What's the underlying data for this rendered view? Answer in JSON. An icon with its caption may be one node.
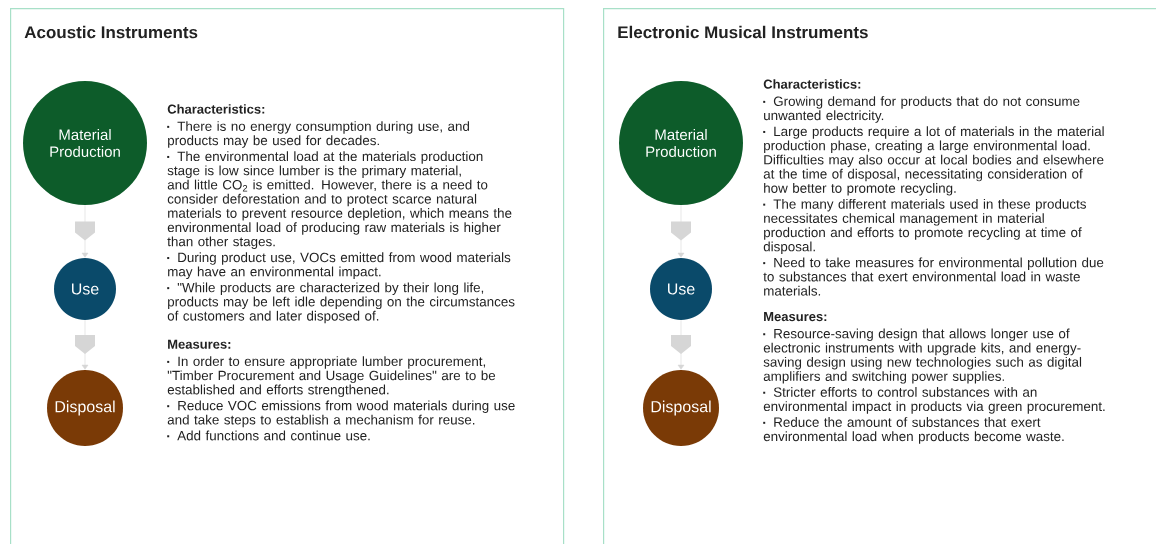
{
  "diagram": {
    "nodes": [
      {
        "text": [
          "Acoustic Instruments"
        ]
      },
      {
        "text": [
          "Material Production"
        ],
        "in": 0
      },
      {
        "text": [
          "Use"
        ],
        "in": 0
      },
      {
        "text": [
          "Disposal"
        ],
        "in": 0
      },
      {
        "text": [
          "Electronic Musical Instruments"
        ]
      },
      {
        "text": [
          "Material Production"
        ],
        "in": 4
      },
      {
        "text": [
          "Use"
        ],
        "in": 4
      },
      {
        "text": [
          "Disposal"
        ],
        "in": 4
      }
    ],
    "edges": [
      {
        "from": 1,
        "to": 2,
        "arrow": "to"
      },
      {
        "from": 2,
        "to": 3,
        "arrow": "to"
      },
      {
        "from": 5,
        "to": 6,
        "arrow": "to"
      },
      {
        "from": 6,
        "to": 7,
        "arrow": "to"
      }
    ],
    "labels": [
      "Characteristics:",
      "There is no energy consumption during use, and products may be used for decades.",
      "The environmental load at the materials production stage is low since lumber is the primary material, and little CO$_{2}$ is emitted. However, there is a need to consider deforestation and to protect scarce natural materials to prevent resource depletion, which means the environmental load of producing raw materials is higher than other stages.",
      "During product use, VOCs emitted from wood materials may have an environmental impact.",
      "\"While products are characterized by their long life, products may be left idle depending on the circumstances of customers and later disposed of.",
      "Measures:",
      "In order to ensure appropriate lumber procurement, \"Timber Procurement and Usage Guidelines\" are to be established and efforts strengthened.",
      "Reduce VOC emissions from wood materials during use and take steps to establish a mechanism for reuse.",
      "Add functions and continue use.",
      "Characteristics:",
      "Growing demand for products that do not consume unwanted electricity.",
      "Large products require a lot of materials in the material production phase, creating a large environmental load. Difficulties may also occur at local bodies and elsewhere at the time of disposal, necessitating consideration of how better to promote recycling.",
      "The many different materials used in these products necessitates chemical management in material production and efforts to promote recycling at time of disposal.",
      "Need to take measures for environmental pollution due to substances that exert environmental load in waste materials.",
      "Measures:",
      "Resource-saving design that allows longer use of electronic instruments with upgrade kits, and energy-saving design using new technologies such as digital amplifiers and switching power supplies.",
      "Stricter efforts to control substances with an environmental impact in products via green procurement.",
      "Reduce the amount of substances that exert environmental load when products become waste."
    ]
  }
}
